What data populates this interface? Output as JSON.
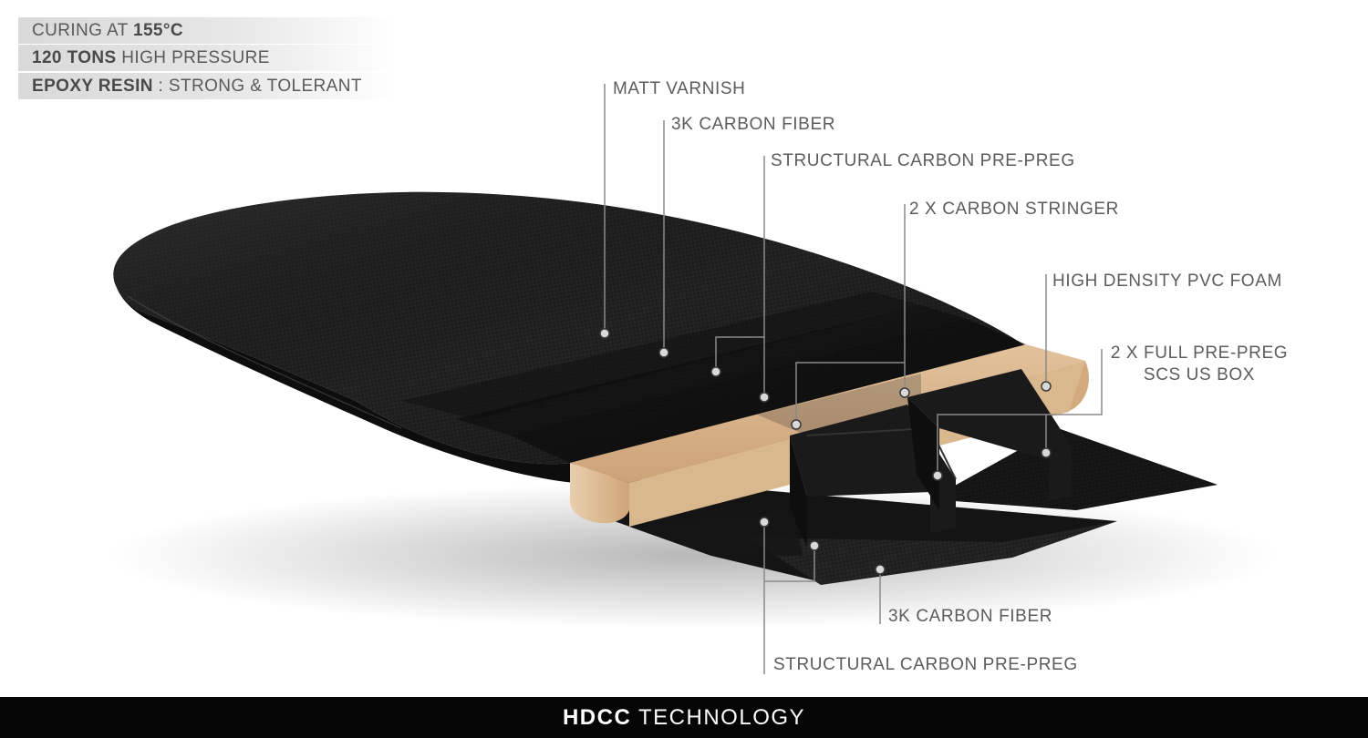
{
  "specs": [
    {
      "pre": "CURING AT ",
      "strong": "155°C",
      "post": ""
    },
    {
      "pre": "",
      "strong": "120 TONS",
      "post": " HIGH PRESSURE"
    },
    {
      "pre": "",
      "strong": "EPOXY RESIN",
      "post": " : STRONG & TOLERANT"
    }
  ],
  "callouts": {
    "matt_varnish": "MATT VARNISH",
    "carbon_fiber_top": "3K CARBON FIBER",
    "structural_top": "STRUCTURAL CARBON PRE-PREG",
    "stringer": "2 X CARBON STRINGER",
    "pvc_foam": "HIGH DENSITY PVC FOAM",
    "us_box_line1": "2 X FULL PRE-PREG",
    "us_box_line2": "SCS US BOX",
    "carbon_fiber_bottom": "3K CARBON FIBER",
    "structural_bottom": "STRUCTURAL CARBON PRE-PREG"
  },
  "footer": {
    "strong": "HDCC",
    "rest": " TECHNOLOGY"
  },
  "colors": {
    "carbon": "#1c1c1c",
    "foam": "#d9b48a",
    "leader_line": "#808080",
    "footer_bg": "#050505"
  }
}
